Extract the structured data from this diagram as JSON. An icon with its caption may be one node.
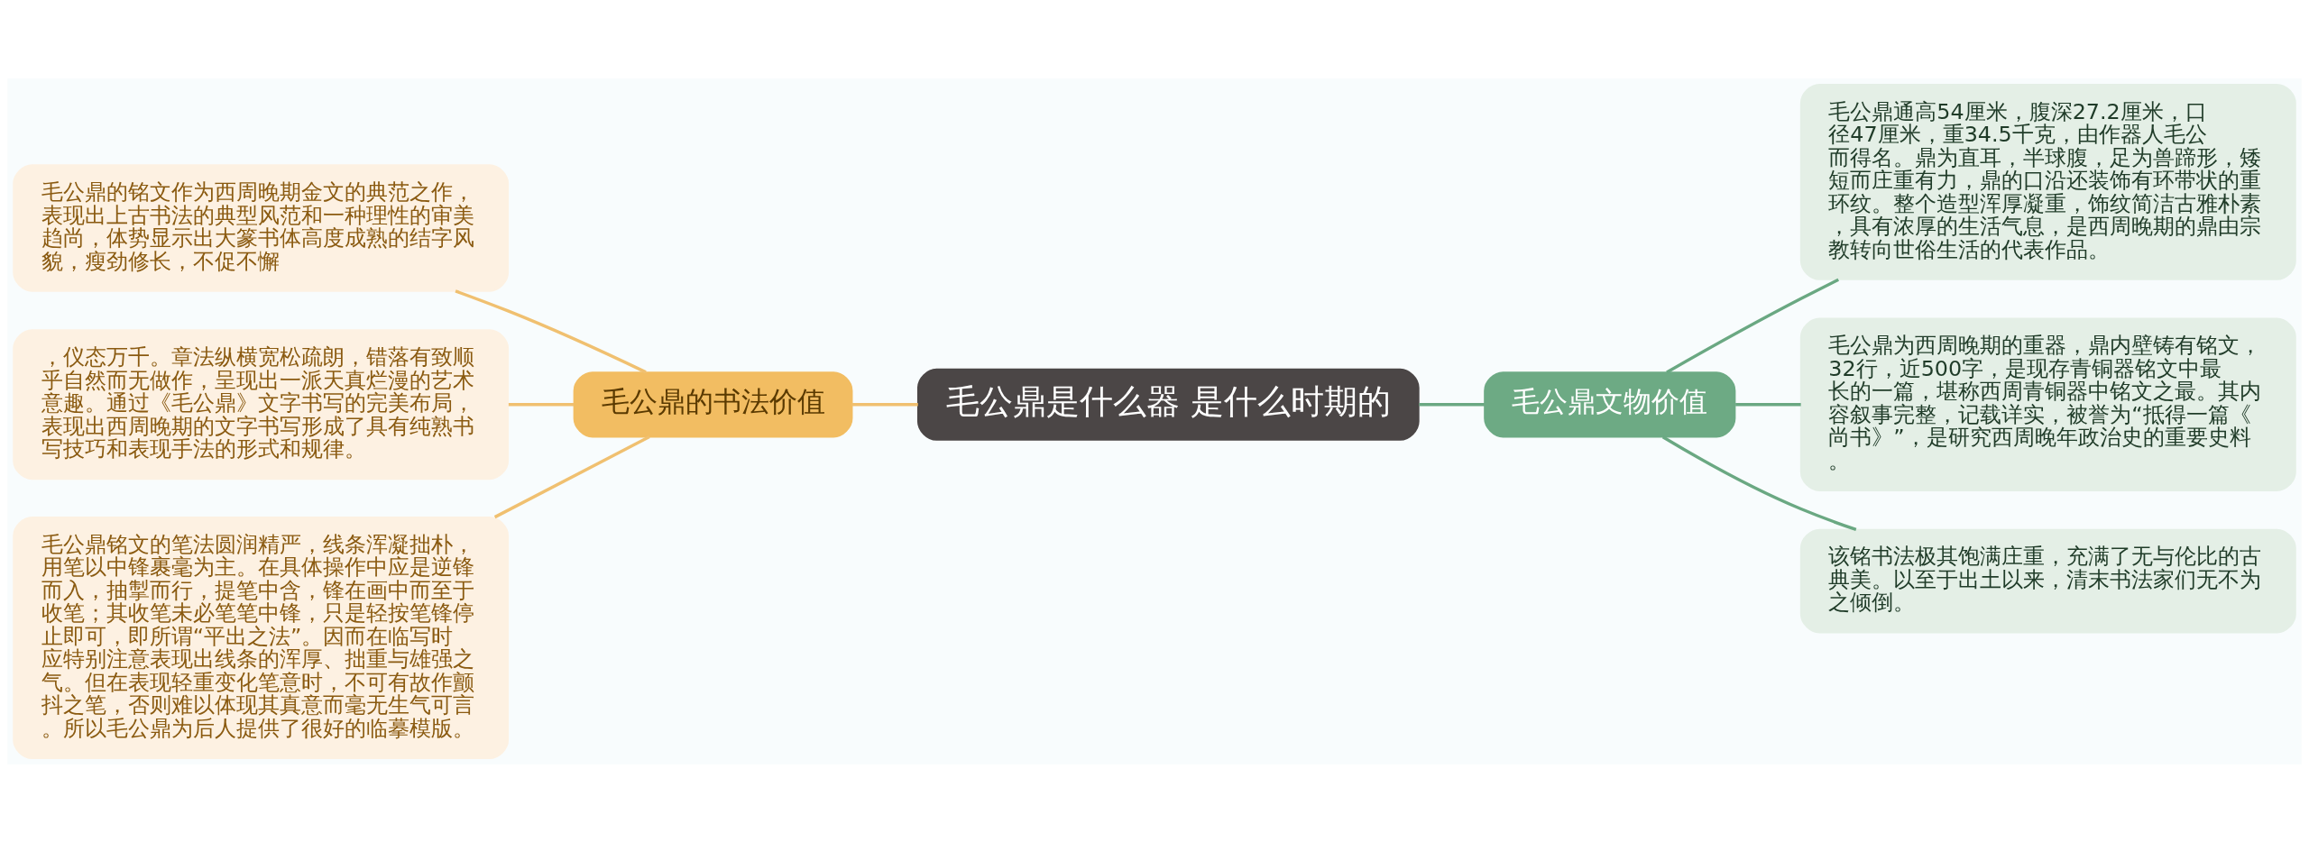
{
  "diagram": {
    "nodes": [
      {
        "text": [
          "毛公鼎是什么器 是什么时期的"
        ]
      },
      {
        "text": [
          "毛公鼎的书法价值"
        ]
      },
      {
        "text": [
          "毛公鼎的铭文作为西周晚期金文的典范之作，表现出上古书法的典型风范和一种理性的审美趋尚，体势显示出大篆书体高度成熟的结字风貌，瘦劲修长，不促不懈"
        ]
      },
      {
        "text": [
          "，仪态万千。章法纵横宽松疏朗，错落有致顺乎自然而无做作，呈现出一派天真烂漫的艺术意趣。通过《毛公鼎》文字书写的完美布局，表现出西周晚期的文字书写形成了具有纯熟书写技巧和表现手法的形式和规律。"
        ]
      },
      {
        "text": [
          "毛公鼎铭文的笔法圆润精严，线条浑凝拙朴，用笔以中锋裹毫为主。在具体操作中应是逆锋而入，抽掣而行，提笔中含，锋在画中而至于收笔；其收笔未必笔笔中锋，只是轻按笔锋停止即可，即所谓“平出之法”。因而在临写时应特别注意表现出线条的浑厚、拙重与雄强之气。但在表现轻重变化笔意时，不可有故作颤抖之笔，否则难以体现其真意而毫无生气可言。所以毛公鼎为后人提供了很好的临摹模版。"
        ]
      },
      {
        "text": [
          "毛公鼎文物价值"
        ]
      },
      {
        "text": [
          "毛公鼎通高54厘米，腹深27.2厘米，口径47厘米，重34.5千克，由作器人毛公而得名。鼎为直耳，半球腹，足为兽蹄形，矮短而庄重有力，鼎的口沿还装饰有环带状的重环纹。整个造型浑厚凝重，饰纹简洁古雅朴素，具有浓厚的生活气息，是西周晚期的鼎由宗教转向世俗生活的代表作品。"
        ]
      },
      {
        "text": [
          "毛公鼎为西周晚期的重器，鼎内壁铸有铭文，32行，近500字，是现存青铜器铭文中最长的一篇，堪称西周青铜器中铭文之最。其内容叙事完整，记载详实，被誉为“抵得一篇《尚书》”，是研究西周晚年政治史的重要史料。"
        ]
      },
      {
        "text": [
          "该铭书法极其饱满庄重，充满了无与伦比的古典美。以至于出土以来，清末书法家们无不为之倾倒。"
        ]
      }
    ],
    "edges": [
      {
        "from": 0,
        "to": 1,
        "arrow": "none",
        "color": "#f0c070"
      },
      {
        "from": 1,
        "to": 2,
        "arrow": "none",
        "color": "#f0c070"
      },
      {
        "from": 1,
        "to": 3,
        "arrow": "none",
        "color": "#f0c070"
      },
      {
        "from": 1,
        "to": 4,
        "arrow": "none",
        "color": "#f0c070"
      },
      {
        "from": 0,
        "to": 5,
        "arrow": "none",
        "color": "#6aa882"
      },
      {
        "from": 5,
        "to": 6,
        "arrow": "none",
        "color": "#6aa882"
      },
      {
        "from": 5,
        "to": 7,
        "arrow": "none",
        "color": "#6aa882"
      },
      {
        "from": 5,
        "to": 8,
        "arrow": "none",
        "color": "#6aa882"
      }
    ]
  }
}
